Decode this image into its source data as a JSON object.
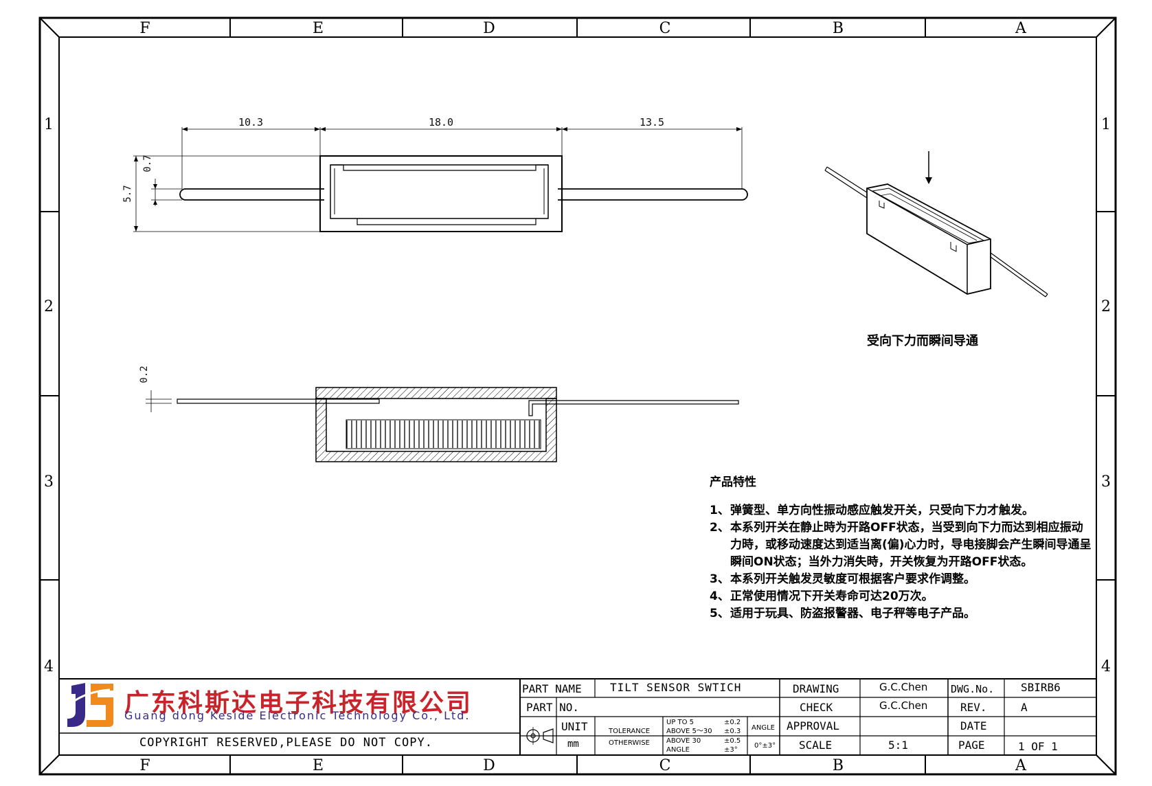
{
  "zones": {
    "columns": [
      "F",
      "E",
      "D",
      "C",
      "B",
      "A"
    ],
    "rows": [
      "1",
      "2",
      "3",
      "4"
    ]
  },
  "dimensions": {
    "left_lead": "10.3",
    "body_length": "18.0",
    "right_lead": "13.5",
    "height": "5.7",
    "lead_offset": "0.7",
    "lead_thickness": "0.2"
  },
  "iso_caption": "受向下力而瞬间导通",
  "features": {
    "heading": "产品特性",
    "items": [
      {
        "num": "1、",
        "text": "弹簧型、单方向性振动感应触发开关，只受向下力才触发。"
      },
      {
        "num": "2、",
        "text": "本系列开关在静止時为开路OFF状态，当受到向下力而达到相应振动力時，或移动速度达到适当离(偏)心力时，导电接脚会产生瞬间导通呈瞬间ON状态；当外力消失時，开关恢复为开路OFF状态。"
      },
      {
        "num": "3、",
        "text": "本系列开关触发灵敏度可根据客户要求作调整。"
      },
      {
        "num": "4、",
        "text": "正常使用情况下开关寿命可达20万次。"
      },
      {
        "num": "5、",
        "text": "适用于玩具、防盗报警器、电子秤等电子产品。"
      }
    ]
  },
  "company": {
    "name_cn": "广东科斯达电子科技有限公司",
    "name_en": "Guang dong Keside  Electronic Technology Co., Ltd.",
    "logo_colors": {
      "blue": "#3a2a88",
      "orange": "#f08a1c",
      "red": "#c8242b"
    }
  },
  "copyright": "COPYRIGHT RESERVED,PLEASE DO NOT COPY.",
  "title_block": {
    "part_name_label": "PART NAME",
    "part_name_value": "TILT SENSOR SWTICH",
    "part_no_label": "PART NO.",
    "part_no_value": "",
    "unit_label": "UNIT",
    "unit_value": "mm",
    "tolerance_label_1": "TOLERANCE",
    "tolerance_label_2": "OTHERWISE",
    "tol_rows": [
      {
        "range": "UP TO 5",
        "value": "±0.2"
      },
      {
        "range": "ABOVE 5～30",
        "value": "±0.3"
      },
      {
        "range": "ABOVE 30",
        "value": "±0.5"
      },
      {
        "range": "ANGLE",
        "value": "±3°"
      }
    ],
    "angle_label": "ANGLE",
    "angle_value": "0°±3°",
    "drawing_label": "DRAWING",
    "drawing_value": "G.C.Chen",
    "check_label": "CHECK",
    "check_value": "G.C.Chen",
    "approval_label": "APPROVAL",
    "approval_value": "",
    "scale_label": "SCALE",
    "scale_value": "5:1",
    "dwg_no_label": "DWG.No.",
    "dwg_no_value": "SBIRB6",
    "rev_label": "REV.",
    "rev_value": "A",
    "date_label": "DATE",
    "date_value": "",
    "page_label": "PAGE",
    "page_value": "1 OF 1"
  }
}
